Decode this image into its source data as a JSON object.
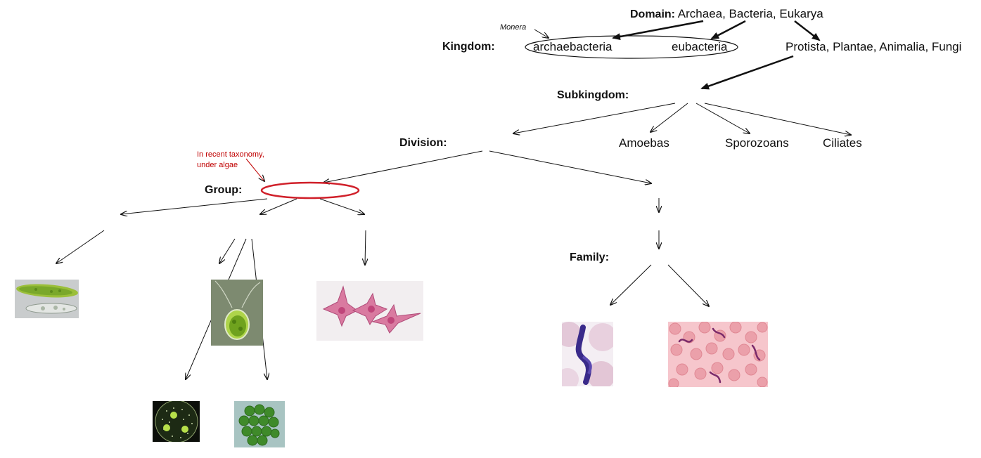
{
  "domain_row": {
    "label": "Domain:",
    "value": "Archaea, Bacteria, Eukarya"
  },
  "kingdom_row": {
    "label": "Kingdom:",
    "monera_note": "Monera",
    "archaebacteria": "archaebacteria",
    "eubacteria": "eubacteria",
    "eukarya_kingdoms": "Protista, Plantae, Animalia, Fungi"
  },
  "subkingdom_row": {
    "label": "Subkingdom:",
    "items": [
      "Amoebas",
      "Sporozoans",
      "Ciliates"
    ]
  },
  "division_row": {
    "label": "Division:"
  },
  "group_row": {
    "label": "Group:",
    "note": "In recent taxonomy, under algae"
  },
  "family_row": {
    "label": "Family:"
  },
  "colors": {
    "note_red": "#c00000",
    "ellipse_red": "#d0202a",
    "line": "#111111"
  },
  "images": [
    {
      "name": "euglena-image",
      "subject": "green elongated protist (Euglena)"
    },
    {
      "name": "chlamydomonas-image",
      "subject": "green flagellated cell (Chlamydomonas)"
    },
    {
      "name": "dinoflagellate-image",
      "subject": "pink stained horned dinoflagellates"
    },
    {
      "name": "volvox-image",
      "subject": "spherical green colony (Volvox)"
    },
    {
      "name": "pandorina-image",
      "subject": "cluster of green cells"
    },
    {
      "name": "trypanosome-closeup-image",
      "subject": "purple trypanosome among blood cells"
    },
    {
      "name": "trypanosomes-blood-image",
      "subject": "trypanosomes in blood smear"
    }
  ]
}
